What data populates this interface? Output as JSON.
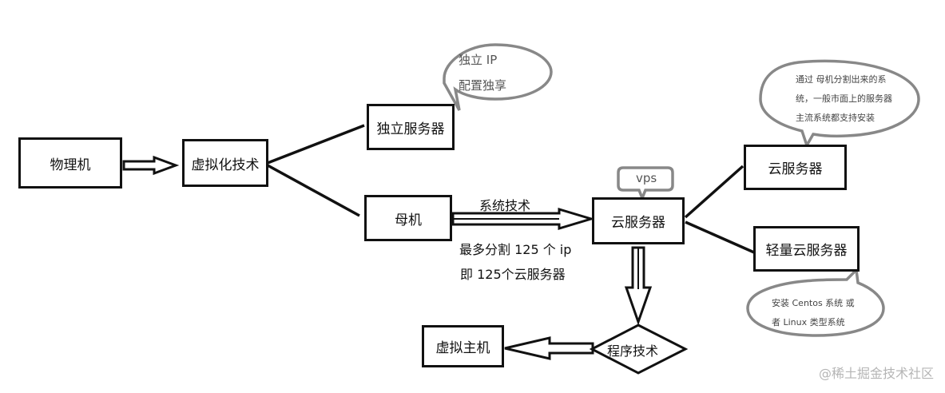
{
  "nodes": {
    "physical": "物理机",
    "virtualization": "虚拟化技术",
    "dedicated": "独立服务器",
    "host": "母机",
    "cloud_center": "云服务器",
    "cloud_right": "云服务器",
    "light_cloud": "轻量云服务器",
    "program": "程序技术",
    "virtual_host": "虚拟主机"
  },
  "bubbles": {
    "dedicated_note": {
      "line1": "独立 IP",
      "line2": "配置独享"
    },
    "vps": "vps",
    "cloud_note": {
      "line1": "通过 母机分割出来的系",
      "line2": "统，一般市面上的服务器",
      "line3": "主流系统都支持安装"
    },
    "light_note": {
      "line1": "安装 Centos 系统 或",
      "line2": "者 Linux 类型系统"
    }
  },
  "labels": {
    "system_tech": "系统技术",
    "split_line1": "最多分割 125 个 ip",
    "split_line2": "即 125个云服务器"
  },
  "watermark": "@稀土掘金技术社区",
  "colors": {
    "stroke": "#111111",
    "bubble_border": "#888888",
    "watermark": "#b5b5b5"
  }
}
